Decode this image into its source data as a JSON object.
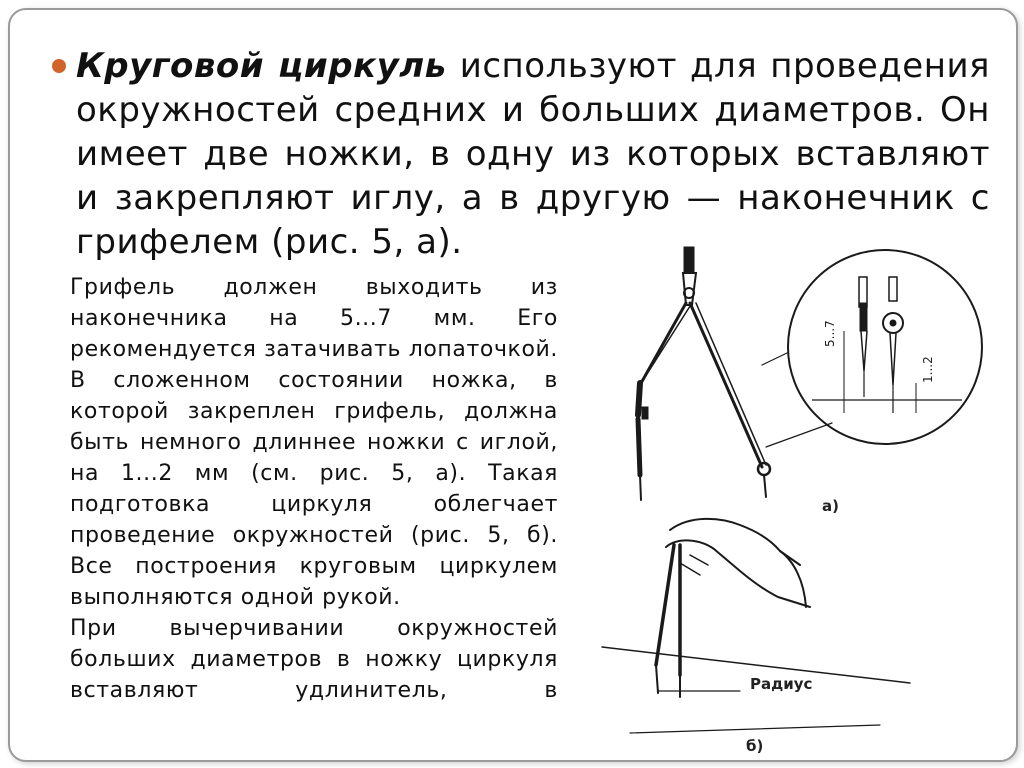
{
  "intro": {
    "term": "Круговой циркуль",
    "text": " используют для проведения окружностей средних и больших диаметров. Он имеет две ножки, в одну из которых вставляют и закрепляют иглу, а в другую — наконечник с грифелем (рис. 5, а)."
  },
  "body": {
    "paragraph1": "Грифель должен выходить из наконечника на 5...7 мм. Его рекомендуется затачивать лопаточкой. В сложенном состоянии ножка, в которой закреплен грифель, должна быть немного длиннее ножки с иглой, на 1...2 мм (см. рис. 5, а). Такая подготовка циркуля облегчает проведение окружностей (рис. 5, б). Все построения круговым циркулем выполняются одной рукой.",
    "paragraph2": "При вычерчивании окружностей больших диаметров в ножку циркуля вставляют удлинитель, в"
  },
  "figure": {
    "dim_5_7": "5...7",
    "dim_1_2": "1...2",
    "label_a": "а)",
    "label_b": "б)",
    "label_radius": "Радиус"
  },
  "colors": {
    "bullet": "#d0642a",
    "border": "#9a9a9a"
  }
}
